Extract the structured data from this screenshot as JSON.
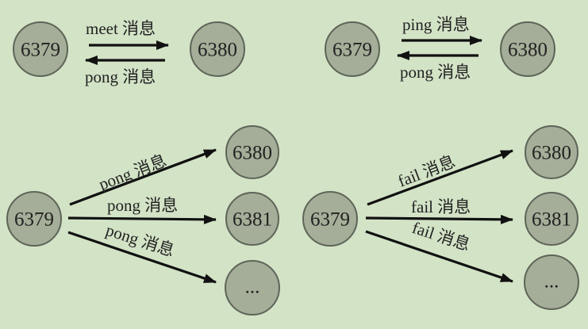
{
  "panels": [
    {
      "id": "meet",
      "nodes": [
        "6379",
        "6380"
      ],
      "forward_label": "meet 消息",
      "backward_label": "pong 消息"
    },
    {
      "id": "ping",
      "nodes": [
        "6379",
        "6380"
      ],
      "forward_label": "ping 消息",
      "backward_label": "pong 消息"
    },
    {
      "id": "broadcast-pong",
      "source": "6379",
      "targets": [
        "6380",
        "6381",
        "..."
      ],
      "labels": [
        "pong 消息",
        "pong 消息",
        "pong 消息"
      ]
    },
    {
      "id": "broadcast-fail",
      "source": "6379",
      "targets": [
        "6380",
        "6381",
        "..."
      ],
      "labels": [
        "fail 消息",
        "fail 消息",
        "fail 消息"
      ]
    }
  ]
}
